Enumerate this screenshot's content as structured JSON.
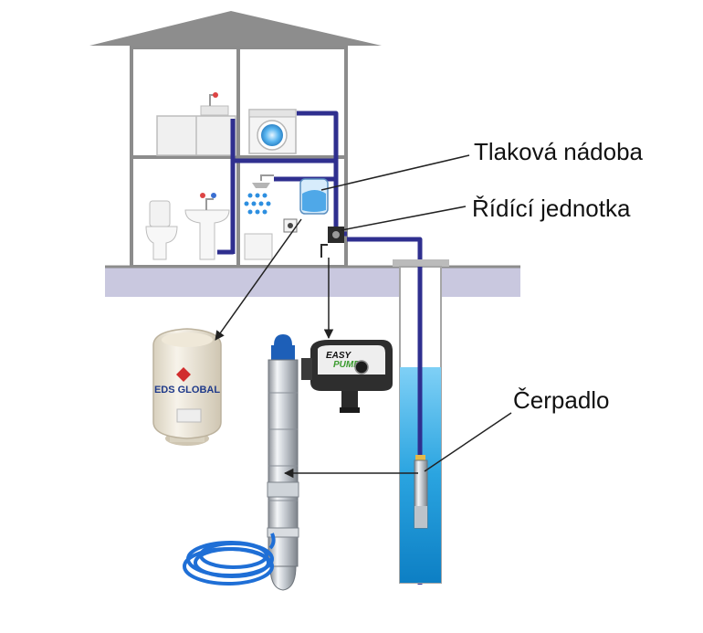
{
  "labels": {
    "pressure_vessel": "Tlaková nádoba",
    "control_unit": "Řídící jednotka",
    "pump": "Čerpadlo"
  },
  "product_text": {
    "vessel_brand": "EDS GLOBAL",
    "controller_brand_line1": "EASY",
    "controller_brand_line2": "PUMP"
  },
  "colors": {
    "pipe": "#2f2f8f",
    "ground": "#c9c8df",
    "house_line": "#8c8c8c",
    "roof": "#8d8d8d",
    "well_water": "#2aa4e0"
  }
}
